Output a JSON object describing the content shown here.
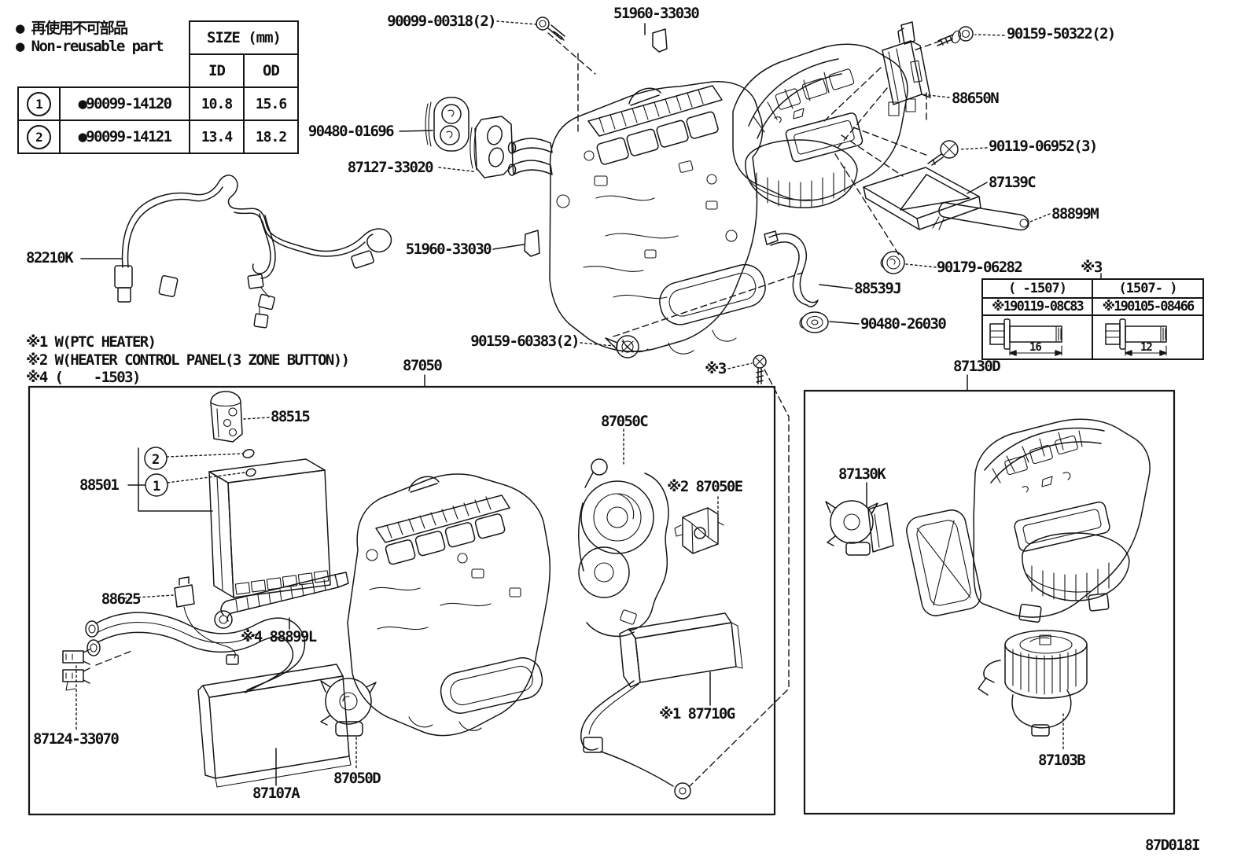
{
  "legend": {
    "note_jp": "● 再使用不可部品",
    "note_en": "● Non-reusable part",
    "size_table": {
      "size_header": "SIZE (mm)",
      "id_header": "ID",
      "od_header": "OD",
      "rows": [
        {
          "num": "1",
          "part": "●90099-14120",
          "id": "10.8",
          "od": "15.6"
        },
        {
          "num": "2",
          "part": "●90099-14121",
          "id": "13.4",
          "od": "18.2"
        }
      ]
    }
  },
  "notes": {
    "n1": "※1 W(PTC HEATER)",
    "n2": "※2 W(HEATER CONTROL PANEL(3 ZONE BUTTON))",
    "n4": "※4 (    -1503)"
  },
  "bolt_table": {
    "marker": "※3",
    "columns": [
      {
        "range": "(   -1507)",
        "part": "※190119-08C83",
        "dim": "16"
      },
      {
        "range": "(1507-   )",
        "part": "※190105-08466",
        "dim": "12"
      }
    ]
  },
  "callouts": {
    "c90099_00318": "90099-00318(2)",
    "c51960_top": "51960-33030",
    "c90159_50322": "90159-50322(2)",
    "c88650n": "88650N",
    "c90480_01696": "90480-01696",
    "c87127_33020": "87127-33020",
    "c90119_06952": "90119-06952(3)",
    "c87139c": "87139C",
    "c88899m": "88899M",
    "c82210k": "82210K",
    "c51960_mid": "51960-33030",
    "c90179_06282": "90179-06282",
    "c88539j": "88539J",
    "c90480_26030": "90480-26030",
    "c90159_60383": "90159-60383(2)",
    "c87050": "87050",
    "cmark3": "※3",
    "c87130d": "87130D",
    "c88515": "88515",
    "c88501": "88501",
    "ring1": "1",
    "ring2": "2",
    "c88625": "88625",
    "c88899l": "※4 88899L",
    "c87124_33070": "87124-33070",
    "c87107a": "87107A",
    "c87050d": "87050D",
    "c87050c": "87050C",
    "c87050e": "※2 87050E",
    "c87710g": "※1 87710G",
    "c87130k": "87130K",
    "c87103b": "87103B"
  },
  "diagram_code": "87D018I"
}
